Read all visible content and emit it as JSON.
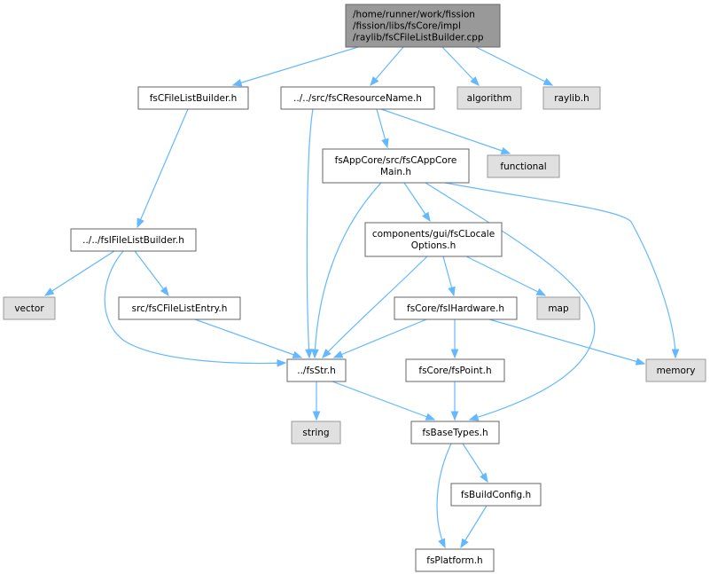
{
  "diagram": {
    "colors": {
      "root_fill": "#999999",
      "root_stroke": "#666666",
      "internal_fill": "#ffffff",
      "internal_stroke": "#666666",
      "external_fill": "#e0e0e0",
      "external_stroke": "#999999",
      "edge": "#63b8ff"
    },
    "nodes": [
      {
        "id": "root",
        "kind": "root",
        "lines": [
          "/home/runner/work/fission",
          "/fission/libs/fsCore/impl",
          "/raylib/fsCFileListBuilder.cpp"
        ]
      },
      {
        "id": "fsCFileListBuilder_h",
        "kind": "internal",
        "lines": [
          "fsCFileListBuilder.h"
        ]
      },
      {
        "id": "fsCResourceName_h",
        "kind": "internal",
        "lines": [
          "../../src/fsCResourceName.h"
        ]
      },
      {
        "id": "algorithm",
        "kind": "external",
        "lines": [
          "algorithm"
        ]
      },
      {
        "id": "raylib_h",
        "kind": "external",
        "lines": [
          "raylib.h"
        ]
      },
      {
        "id": "functional",
        "kind": "external",
        "lines": [
          "functional"
        ]
      },
      {
        "id": "fsCAppCoreMain_h",
        "kind": "internal",
        "lines": [
          "fsAppCore/src/fsCAppCore",
          "Main.h"
        ]
      },
      {
        "id": "fsIFileListBuilder_h",
        "kind": "internal",
        "lines": [
          "../../fsIFileListBuilder.h"
        ]
      },
      {
        "id": "fsCLocaleOptions_h",
        "kind": "internal",
        "lines": [
          "components/gui/fsCLocale",
          "Options.h"
        ]
      },
      {
        "id": "vector",
        "kind": "external",
        "lines": [
          "vector"
        ]
      },
      {
        "id": "fsCFileListEntry_h",
        "kind": "internal",
        "lines": [
          "src/fsCFileListEntry.h"
        ]
      },
      {
        "id": "fsIHardware_h",
        "kind": "internal",
        "lines": [
          "fsCore/fsIHardware.h"
        ]
      },
      {
        "id": "map",
        "kind": "external",
        "lines": [
          "map"
        ]
      },
      {
        "id": "memory",
        "kind": "external",
        "lines": [
          "memory"
        ]
      },
      {
        "id": "fsStr_h",
        "kind": "internal",
        "lines": [
          "../fsStr.h"
        ]
      },
      {
        "id": "fsPoint_h",
        "kind": "internal",
        "lines": [
          "fsCore/fsPoint.h"
        ]
      },
      {
        "id": "string",
        "kind": "external",
        "lines": [
          "string"
        ]
      },
      {
        "id": "fsBaseTypes_h",
        "kind": "internal",
        "lines": [
          "fsBaseTypes.h"
        ]
      },
      {
        "id": "fsBuildConfig_h",
        "kind": "internal",
        "lines": [
          "fsBuildConfig.h"
        ]
      },
      {
        "id": "fsPlatform_h",
        "kind": "internal",
        "lines": [
          "fsPlatform.h"
        ]
      }
    ],
    "edges": [
      {
        "from": "root",
        "to": "fsCFileListBuilder_h"
      },
      {
        "from": "root",
        "to": "fsCResourceName_h"
      },
      {
        "from": "root",
        "to": "algorithm"
      },
      {
        "from": "root",
        "to": "raylib_h"
      },
      {
        "from": "fsCFileListBuilder_h",
        "to": "fsIFileListBuilder_h"
      },
      {
        "from": "fsCResourceName_h",
        "to": "fsCAppCoreMain_h"
      },
      {
        "from": "fsCResourceName_h",
        "to": "functional"
      },
      {
        "from": "fsCResourceName_h",
        "to": "fsStr_h"
      },
      {
        "from": "fsCAppCoreMain_h",
        "to": "fsCLocaleOptions_h"
      },
      {
        "from": "fsCAppCoreMain_h",
        "to": "fsStr_h"
      },
      {
        "from": "fsCAppCoreMain_h",
        "to": "memory"
      },
      {
        "from": "fsCAppCoreMain_h",
        "to": "fsBaseTypes_h"
      },
      {
        "from": "fsIFileListBuilder_h",
        "to": "vector"
      },
      {
        "from": "fsIFileListBuilder_h",
        "to": "fsCFileListEntry_h"
      },
      {
        "from": "fsIFileListBuilder_h",
        "to": "fsStr_h"
      },
      {
        "from": "fsCFileListEntry_h",
        "to": "fsStr_h"
      },
      {
        "from": "fsCLocaleOptions_h",
        "to": "fsIHardware_h"
      },
      {
        "from": "fsCLocaleOptions_h",
        "to": "map"
      },
      {
        "from": "fsCLocaleOptions_h",
        "to": "fsStr_h"
      },
      {
        "from": "fsIHardware_h",
        "to": "fsPoint_h"
      },
      {
        "from": "fsIHardware_h",
        "to": "memory"
      },
      {
        "from": "fsIHardware_h",
        "to": "fsStr_h"
      },
      {
        "from": "fsStr_h",
        "to": "string"
      },
      {
        "from": "fsStr_h",
        "to": "fsBaseTypes_h"
      },
      {
        "from": "fsPoint_h",
        "to": "fsBaseTypes_h"
      },
      {
        "from": "fsBaseTypes_h",
        "to": "fsBuildConfig_h"
      },
      {
        "from": "fsBaseTypes_h",
        "to": "fsPlatform_h"
      },
      {
        "from": "fsBuildConfig_h",
        "to": "fsPlatform_h"
      }
    ]
  }
}
